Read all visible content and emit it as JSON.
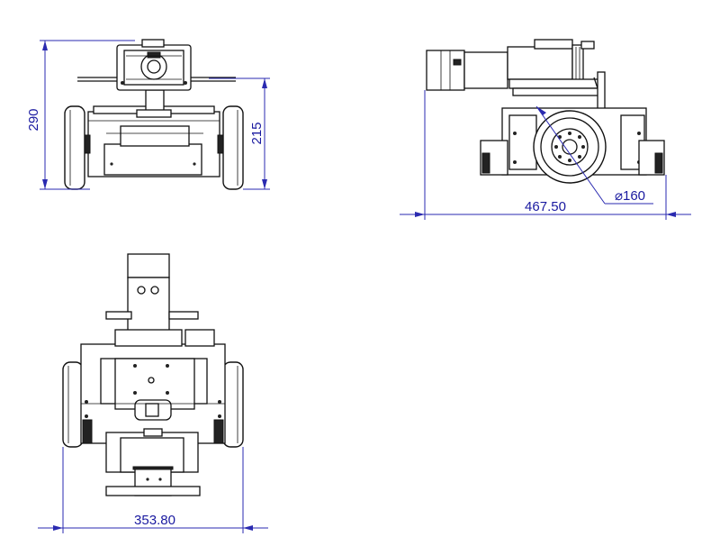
{
  "dimensions": {
    "front_height_total": "290",
    "front_height_body": "215",
    "side_length": "467.50",
    "wheel_diameter": "⌀160",
    "top_width": "353.80"
  },
  "colors": {
    "dimension": "#2a2ab0",
    "outline": "#111111",
    "background": "#ffffff"
  }
}
